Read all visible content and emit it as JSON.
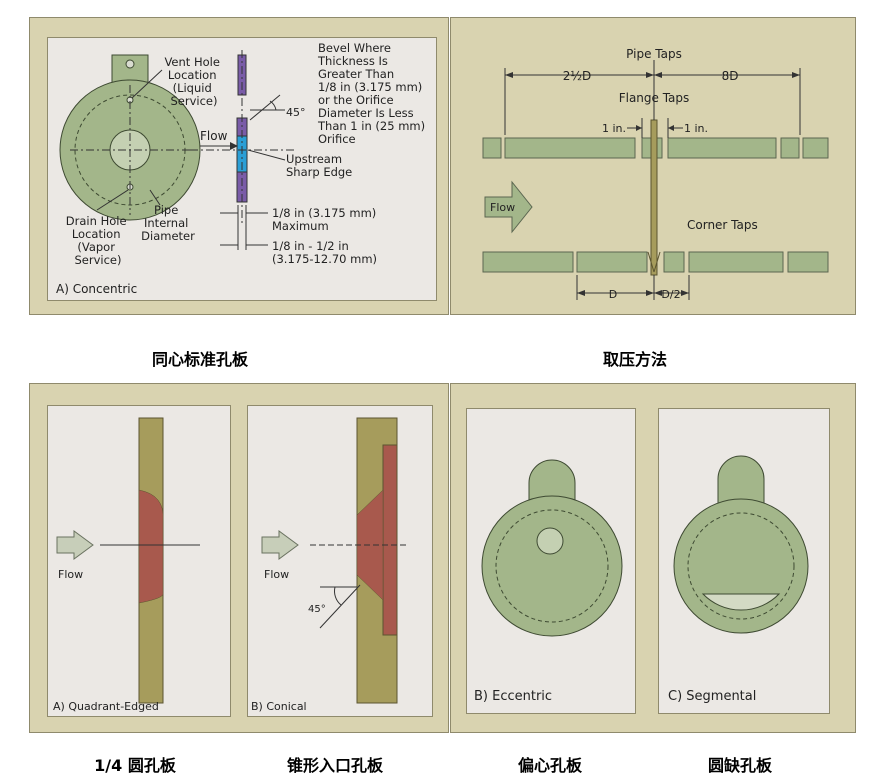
{
  "concentric": {
    "vent_hole": [
      "Vent Hole",
      "Location",
      "(Liquid",
      "Service)"
    ],
    "bevel": [
      "Bevel Where",
      "Thickness Is",
      "Greater Than",
      "1/8 in (3.175 mm)",
      "or the Orifice",
      "Diameter Is Less",
      "Than 1 in (25 mm)",
      "Orifice"
    ],
    "flow": "Flow",
    "angle": "45°",
    "upstream": [
      "Upstream",
      "Sharp Edge"
    ],
    "pipe_internal": [
      "Pipe",
      "Internal",
      "Diameter"
    ],
    "drain_hole": [
      "Drain Hole",
      "Location",
      "(Vapor",
      "Service)"
    ],
    "thickness_max": [
      "1/8 in (3.175 mm)",
      "Maximum"
    ],
    "thickness_range": [
      "1/8 in - 1/2 in",
      "(3.175-12.70 mm)"
    ],
    "label": "A) Concentric",
    "caption": "同心标准孔板"
  },
  "taps": {
    "pipe_taps": "Pipe Taps",
    "dim_left": "2½D",
    "dim_right": "8D",
    "flange_taps": "Flange Taps",
    "one_in_left": "1 in.",
    "one_in_right": "1 in.",
    "flow": "Flow",
    "corner_taps": "Corner Taps",
    "dim_d": "D",
    "dim_d2": "D/2",
    "caption": "取压方法"
  },
  "quadrant": {
    "flow": "Flow",
    "label": "A) Quadrant-Edged",
    "caption": "1/4 圆孔板"
  },
  "conical": {
    "flow": "Flow",
    "angle": "45°",
    "label": "B) Conical",
    "caption": "锥形入口孔板"
  },
  "eccentric": {
    "label": "B) Eccentric",
    "caption": "偏心孔板"
  },
  "segmental": {
    "label": "C) Segmental",
    "caption": "圆缺孔板"
  },
  "colors": {
    "panel": "#d9d3b0",
    "inner": "#ebe8e4",
    "green": "#a3b68a",
    "olive": "#a69c5c",
    "brick": "#a8594d",
    "purple": "#7a5ca8",
    "blue": "#2b9fd6"
  }
}
